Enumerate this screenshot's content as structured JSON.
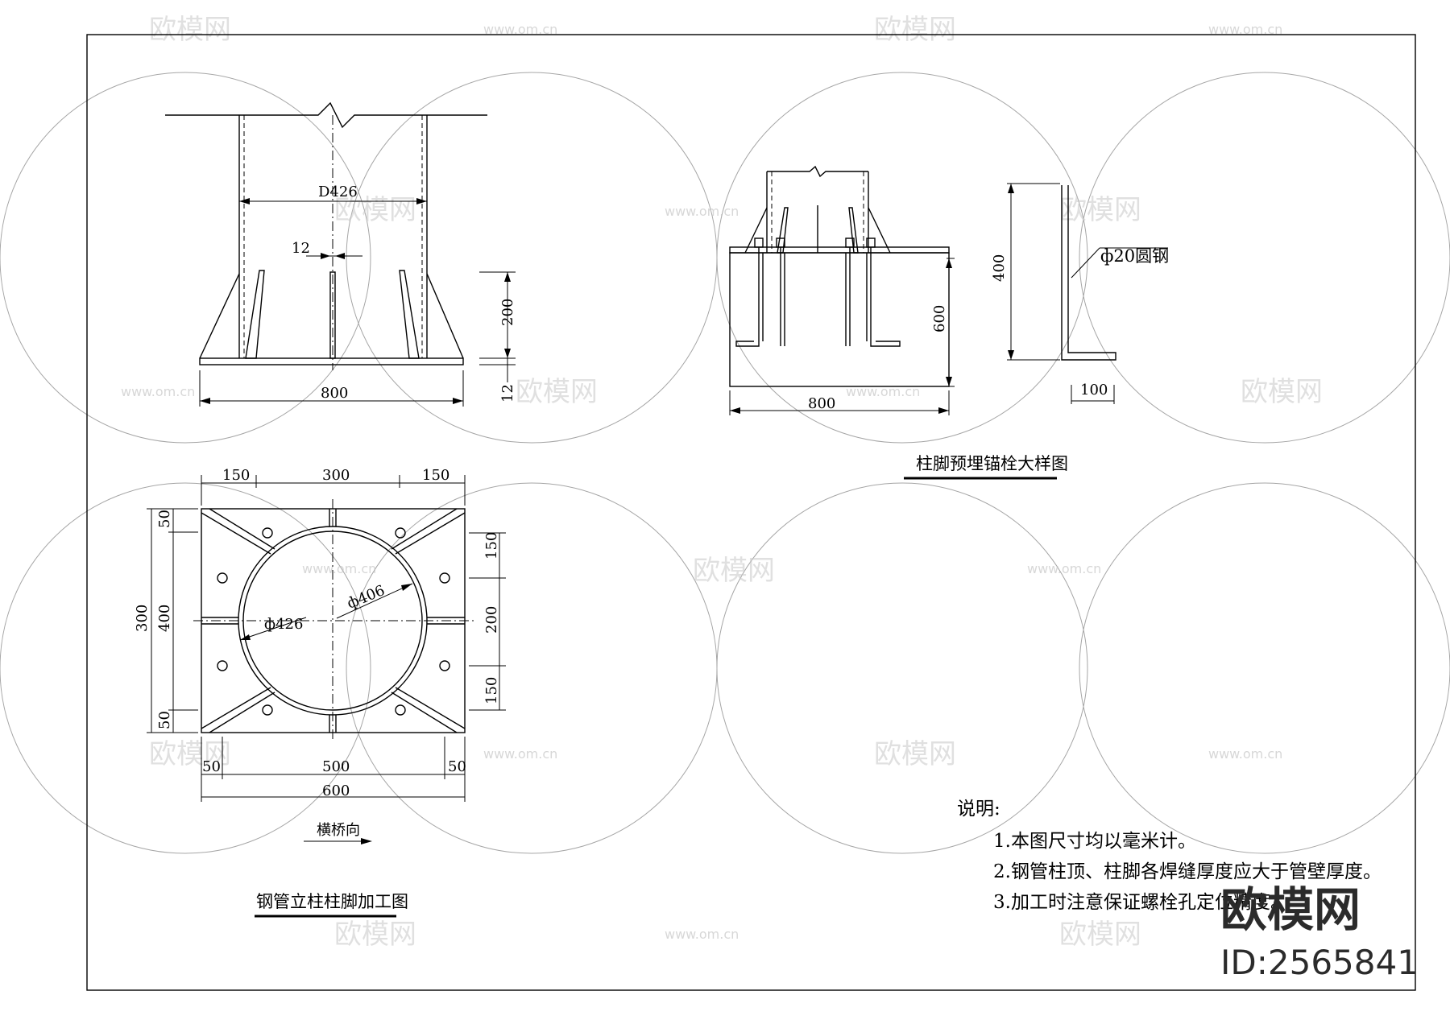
{
  "views": {
    "elevation": {
      "label_pipe_diameter": "D426",
      "label_plate_thickness": "12",
      "label_stiffener_height": "200",
      "label_base_thickness": "12",
      "label_width": "800"
    },
    "anchor_detail": {
      "title": "柱脚预埋锚栓大样图",
      "label_depth": "600",
      "label_width": "800",
      "bar_label": "ф20圆钢",
      "bar_height": "400",
      "bar_hook": "100"
    },
    "plan": {
      "title": "钢管立柱柱脚加工图",
      "top_dims": [
        "150",
        "300",
        "150"
      ],
      "bottom_dims": [
        "50",
        "500",
        "50"
      ],
      "bottom_total": "600",
      "left_outer": "300",
      "left_inner": [
        "50",
        "400",
        "50"
      ],
      "right_dims": [
        "150",
        "200",
        "150"
      ],
      "label_outer_dia": "ф426",
      "label_inner_dia": "ф406",
      "direction_label": "横桥向"
    }
  },
  "notes": {
    "heading": "说明:",
    "items": [
      "1.本图尺寸均以毫米计。",
      "2.钢管柱顶、柱脚各焊缝厚度应大于管壁厚度。",
      "3.加工时注意保证螺栓孔定位精度。"
    ]
  },
  "watermark": {
    "brand": "欧模网",
    "domain": "www.om.cn",
    "id_label": "ID:2565841"
  }
}
